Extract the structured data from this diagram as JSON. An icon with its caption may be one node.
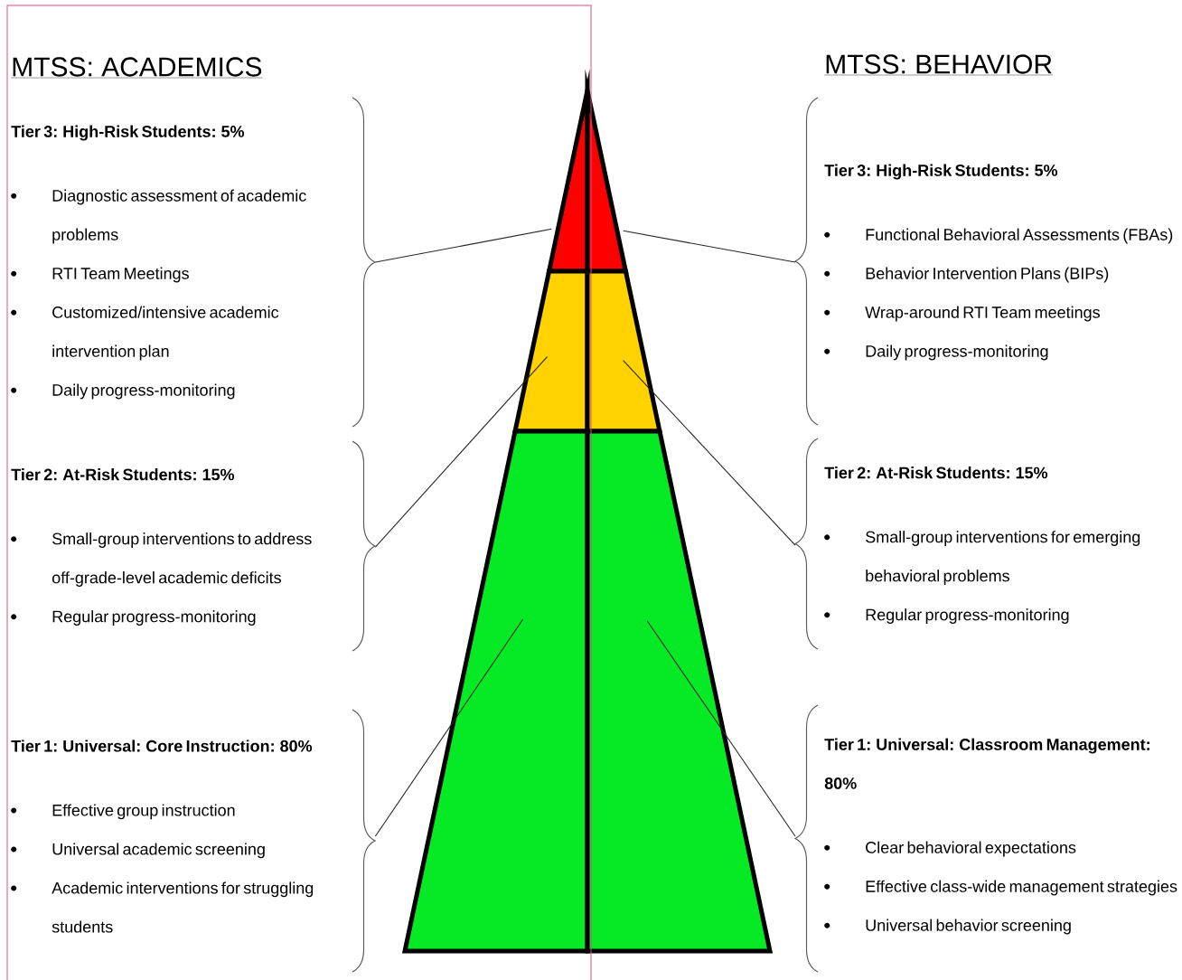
{
  "diagram": {
    "nodes": [
      {
        "text": [
          "Tier 3: High-Risk Students: 5%",
          "Diagnostic assessment of academic problems",
          "RTI Team Meetings",
          "Customized/intensive academic intervention plan",
          "Daily progress-monitoring"
        ]
      },
      {
        "text": [
          "Tier 3: High-Risk Students: 5%",
          "Functional Behavioral Assessments (FBAs)",
          "Behavior Intervention Plans (BIPs)",
          "Wrap-around RTI Team meetings",
          "Daily progress-monitoring"
        ]
      },
      {
        "text": [
          "Tier 2: At-Risk Students: 15%",
          "Small-group interventions to address off-grade-level academic deficits",
          "Regular progress-monitoring"
        ]
      },
      {
        "text": [
          "Tier 2: At-Risk Students: 15%",
          "Small-group interventions for emerging behavioral problems",
          "Regular progress-monitoring"
        ]
      },
      {
        "text": [
          "Tier 1: Universal: Core Instruction: 80%",
          "Effective group instruction",
          "Universal academic screening",
          "Academic interventions for struggling students"
        ]
      },
      {
        "text": [
          "Tier 1: Universal: Classroom Management: 80%",
          "Clear behavioral expectations",
          "Effective class-wide management strategies",
          "Universal behavior screening"
        ]
      },
      {
        "text": [],
        "shape": "triangle"
      },
      {
        "text": [],
        "shape": "triangle"
      },
      {
        "text": [],
        "shape": "trapezoid"
      },
      {
        "text": [],
        "shape": "trapezoid"
      },
      {
        "text": [],
        "shape": "trapezoid"
      },
      {
        "text": [],
        "shape": "trapezoid"
      }
    ],
    "edges": [
      {
        "from": 0,
        "to": 6,
        "arrow": "none"
      },
      {
        "from": 1,
        "to": 7,
        "arrow": "none"
      },
      {
        "from": 2,
        "to": 8,
        "arrow": "none"
      },
      {
        "from": 3,
        "to": 9,
        "arrow": "none"
      },
      {
        "from": 4,
        "to": 10,
        "arrow": "none"
      },
      {
        "from": 5,
        "to": 11,
        "arrow": "none"
      }
    ],
    "labels": [
      "MTSS: ACADEMICS",
      "MTSS: BEHAVIOR"
    ]
  }
}
